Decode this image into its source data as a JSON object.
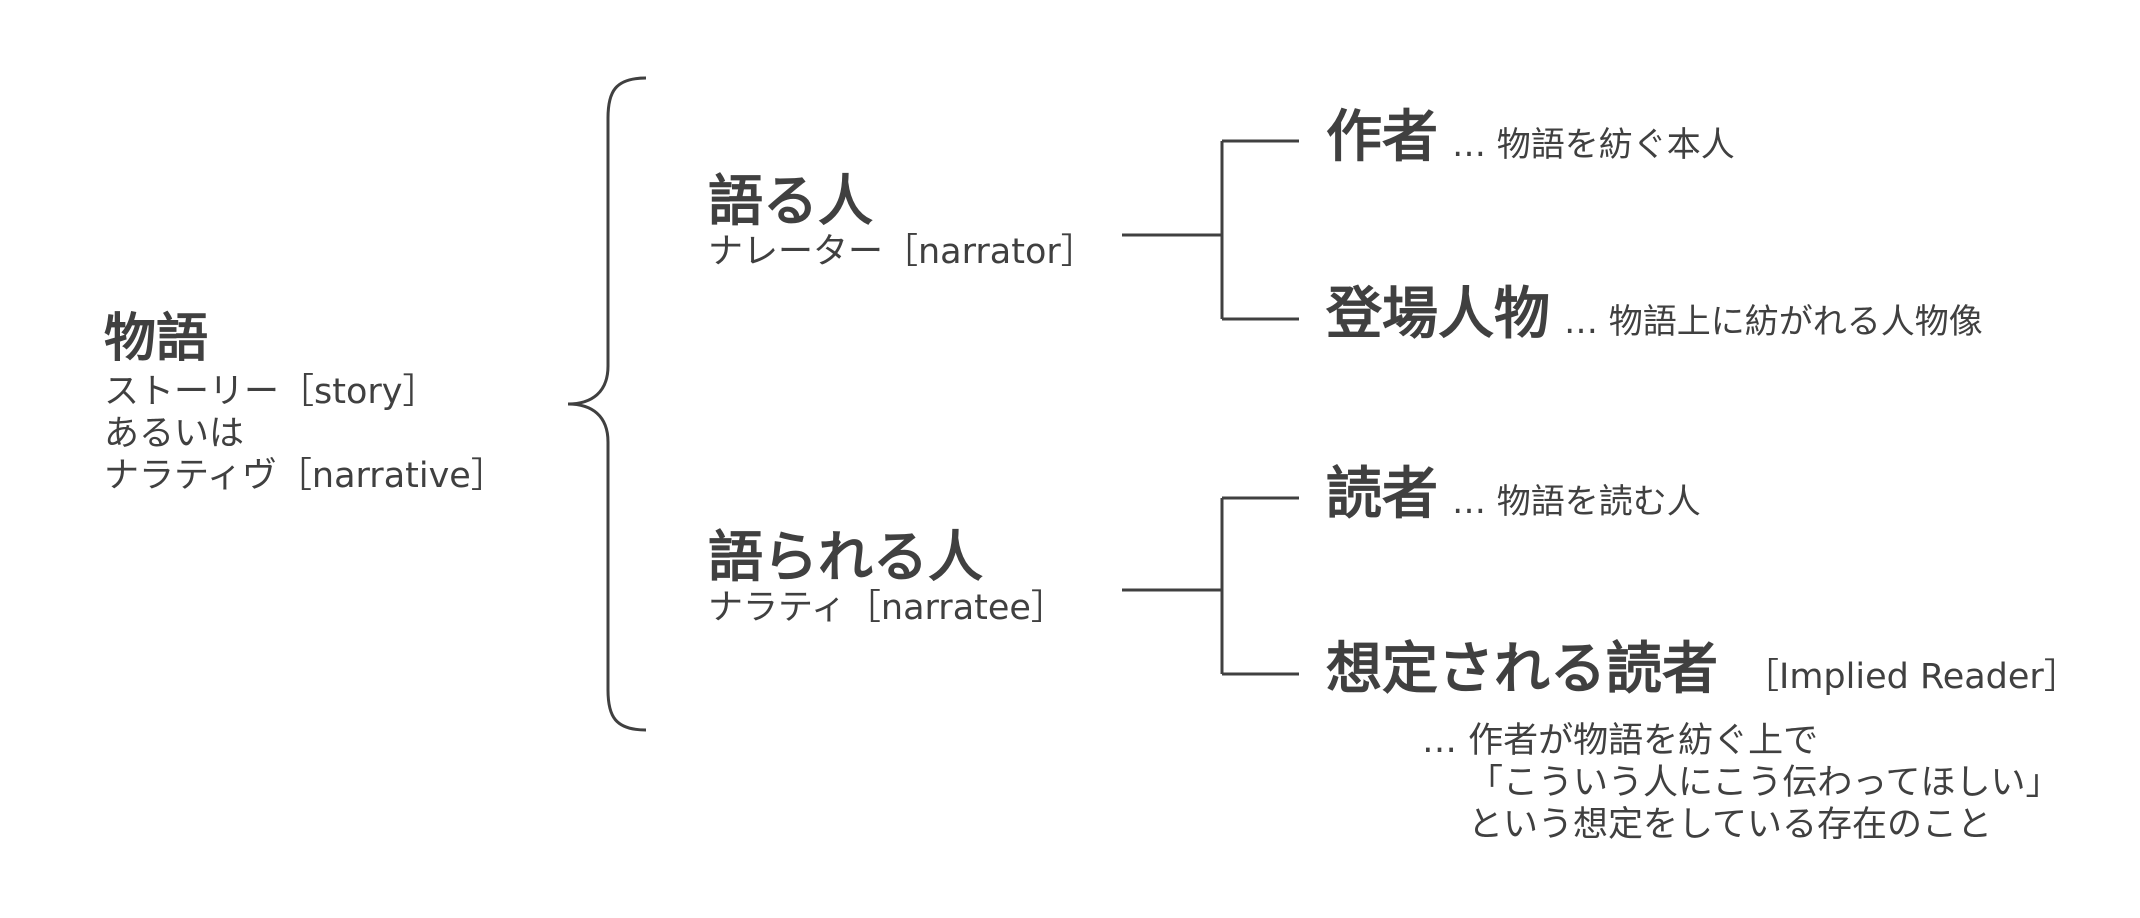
{
  "root": {
    "title": "物語",
    "lines": [
      "ストーリー［story］",
      "あるいは",
      "ナラティヴ［narrative］"
    ]
  },
  "teller": {
    "title": "語る人",
    "sub": "ナレーター［narrator］"
  },
  "told": {
    "title": "語られる人",
    "sub": "ナラティ［narratee］"
  },
  "author": {
    "title": "作者",
    "desc": "… 物語を紡ぐ本人"
  },
  "character": {
    "title": "登場人物",
    "desc": "… 物語上に紡がれる人物像"
  },
  "reader": {
    "title": "読者",
    "desc": "… 物語を読む人"
  },
  "implied": {
    "title": "想定される読者",
    "english": "［Implied Reader］",
    "desc_lines": [
      "… 作者が物語を紡ぐ上で",
      "「こういう人にこう伝わってほしい」",
      "という想定をしている存在のこと"
    ]
  }
}
